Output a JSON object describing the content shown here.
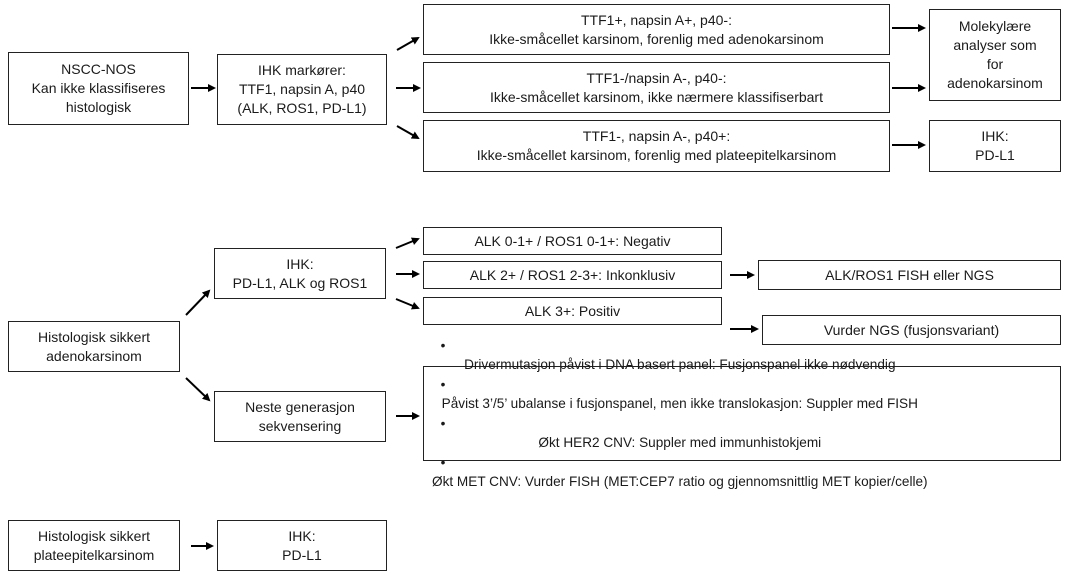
{
  "section1": {
    "nscc": [
      "NSCC-NOS",
      "Kan ikke klassifiseres",
      "histologisk"
    ],
    "ihk_markers": [
      "IHK markører:",
      "TTF1, napsin A, p40",
      "(ALK, ROS1, PD-L1)"
    ],
    "adeno_result": [
      "TTF1+, napsin A+, p40-:",
      "Ikke-småcellet karsinom, forenlig med adenokarsinom"
    ],
    "unclassified_result": [
      "TTF1-/napsin A-, p40-:",
      "Ikke-småcellet karsinom, ikke nærmere klassifiserbart"
    ],
    "squamous_result": [
      "TTF1-, napsin A-, p40+:",
      "Ikke-småcellet karsinom, forenlig med plateepitelkarsinom"
    ],
    "molecular": [
      "Molekylære",
      "analyser som",
      "for",
      "adenokarsinom"
    ],
    "ihk_pdl1": [
      "IHK:",
      "PD-L1"
    ]
  },
  "section2": {
    "adeno": [
      "Histologisk sikkert",
      "adenokarsinom"
    ],
    "ihk_alk_ros1": [
      "IHK:",
      "PD-L1, ALK og ROS1"
    ],
    "negative": "ALK 0-1+ / ROS1 0-1+: Negativ",
    "inconclusive": "ALK 2+ / ROS1 2-3+: Inkonklusiv",
    "positive": "ALK 3+: Positiv",
    "fish_ngs": "ALK/ROS1 FISH eller NGS",
    "consider_ngs": "Vurder NGS (fusjonsvariant)",
    "ngs": [
      "Neste generasjon",
      "sekvensering"
    ],
    "bullet_symbol": "•",
    "ngs_findings": [
      "Drivermutasjon påvist i DNA basert panel: Fusjonspanel ikke nødvendig",
      "Påvist 3’/5’ ubalanse i fusjonspanel, men ikke translokasjon: Suppler med FISH",
      "Økt HER2 CNV: Suppler med immunhistokjemi",
      "Økt MET CNV: Vurder FISH (MET:CEP7 ratio og gjennomsnittlig MET kopier/celle)"
    ]
  },
  "section3": {
    "squamous": [
      "Histologisk sikkert",
      "plateepitelkarsinom"
    ],
    "ihk_pdl1": [
      "IHK:",
      "PD-L1"
    ]
  },
  "colors": {
    "border": "#222222",
    "arrow": "#000000",
    "text": "#1a1a1a"
  }
}
